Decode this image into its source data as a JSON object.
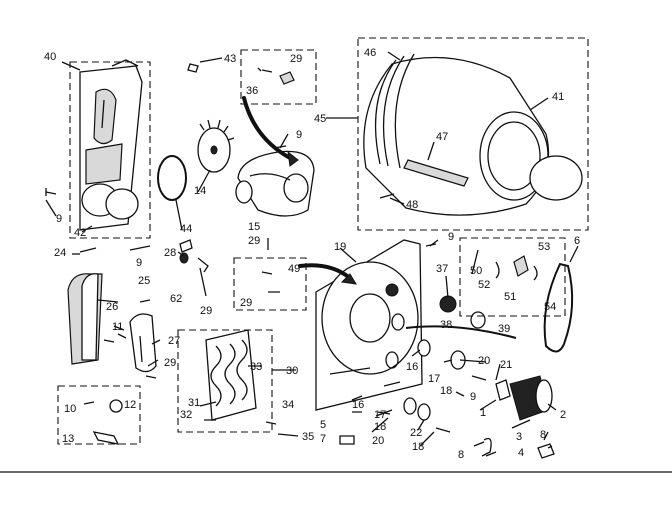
{
  "diagram": {
    "part_labels": [
      {
        "key": "p40",
        "text": "40"
      },
      {
        "key": "p43",
        "text": "43"
      },
      {
        "key": "p29a",
        "text": "29"
      },
      {
        "key": "p36",
        "text": "36"
      },
      {
        "key": "p46",
        "text": "46"
      },
      {
        "key": "p41",
        "text": "41"
      },
      {
        "key": "p45",
        "text": "45"
      },
      {
        "key": "p9a",
        "text": "9"
      },
      {
        "key": "p47",
        "text": "47"
      },
      {
        "key": "p14",
        "text": "14"
      },
      {
        "key": "p15",
        "text": "15"
      },
      {
        "key": "p29b",
        "text": "29"
      },
      {
        "key": "p48",
        "text": "48"
      },
      {
        "key": "p9b",
        "text": "9"
      },
      {
        "key": "p42",
        "text": "42"
      },
      {
        "key": "p44",
        "text": "44"
      },
      {
        "key": "p24",
        "text": "24"
      },
      {
        "key": "p9c",
        "text": "9"
      },
      {
        "key": "p28",
        "text": "28"
      },
      {
        "key": "p19",
        "text": "19"
      },
      {
        "key": "p9d",
        "text": "9"
      },
      {
        "key": "p25",
        "text": "25"
      },
      {
        "key": "p49",
        "text": "49"
      },
      {
        "key": "p29c",
        "text": "29"
      },
      {
        "key": "p37",
        "text": "37"
      },
      {
        "key": "p50",
        "text": "50"
      },
      {
        "key": "p53",
        "text": "53"
      },
      {
        "key": "p6",
        "text": "6"
      },
      {
        "key": "p26",
        "text": "26"
      },
      {
        "key": "p62",
        "text": "62"
      },
      {
        "key": "p29d",
        "text": "29"
      },
      {
        "key": "p52",
        "text": "52"
      },
      {
        "key": "p51",
        "text": "51"
      },
      {
        "key": "p54",
        "text": "54"
      },
      {
        "key": "p11",
        "text": "11"
      },
      {
        "key": "p27",
        "text": "27"
      },
      {
        "key": "p38",
        "text": "38"
      },
      {
        "key": "p39",
        "text": "39"
      },
      {
        "key": "p29e",
        "text": "29"
      },
      {
        "key": "p33",
        "text": "33"
      },
      {
        "key": "p30",
        "text": "30"
      },
      {
        "key": "p20a",
        "text": "20"
      },
      {
        "key": "p21",
        "text": "21"
      },
      {
        "key": "p16a",
        "text": "16"
      },
      {
        "key": "p17a",
        "text": "17"
      },
      {
        "key": "p18a",
        "text": "18"
      },
      {
        "key": "p9e",
        "text": "9"
      },
      {
        "key": "p10",
        "text": "10"
      },
      {
        "key": "p12",
        "text": "12"
      },
      {
        "key": "p31",
        "text": "31"
      },
      {
        "key": "p32",
        "text": "32"
      },
      {
        "key": "p34",
        "text": "34"
      },
      {
        "key": "p16b",
        "text": "16"
      },
      {
        "key": "p1",
        "text": "1"
      },
      {
        "key": "p2",
        "text": "2"
      },
      {
        "key": "p17b",
        "text": "17"
      },
      {
        "key": "p18b",
        "text": "18"
      },
      {
        "key": "p5",
        "text": "5"
      },
      {
        "key": "p13",
        "text": "13"
      },
      {
        "key": "p35",
        "text": "35"
      },
      {
        "key": "p7",
        "text": "7"
      },
      {
        "key": "p20b",
        "text": "20"
      },
      {
        "key": "p22",
        "text": "22"
      },
      {
        "key": "p3",
        "text": "3"
      },
      {
        "key": "p8a",
        "text": "8"
      },
      {
        "key": "p18c",
        "text": "18"
      },
      {
        "key": "p4",
        "text": "4"
      },
      {
        "key": "p8b",
        "text": "8"
      }
    ]
  }
}
